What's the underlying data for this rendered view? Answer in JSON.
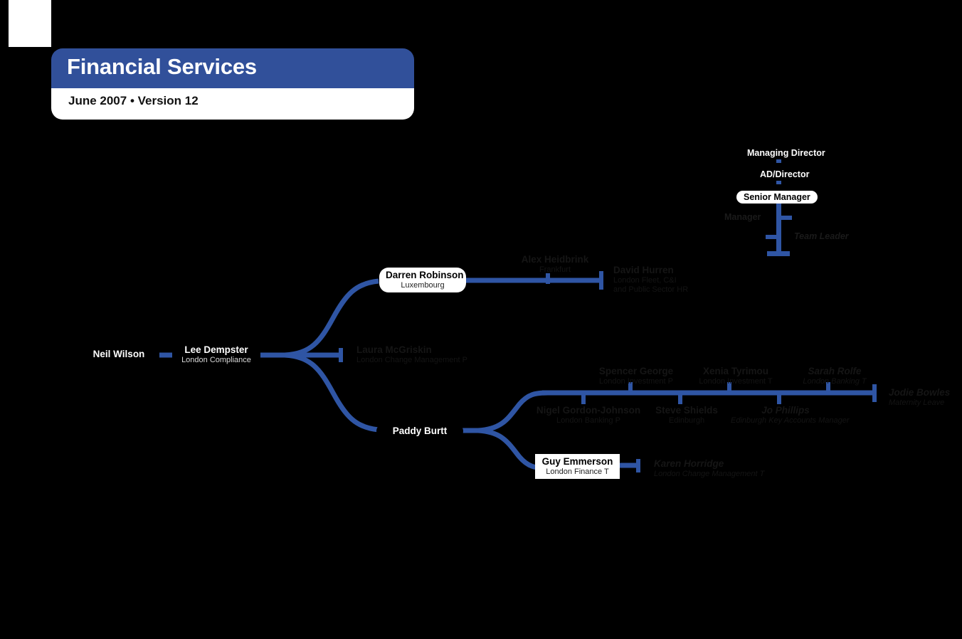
{
  "banner": {
    "title": "Financial Services",
    "subtitle": "June 2007 • Version 12"
  },
  "legend": {
    "items": [
      {
        "label": "Managing Director",
        "style": "black-square"
      },
      {
        "label": "AD/Director",
        "style": "black-round"
      },
      {
        "label": "Senior Manager",
        "style": "white-round"
      },
      {
        "label": "Manager",
        "style": "dark-plain"
      },
      {
        "label": "Team Leader",
        "style": "dark-italic"
      }
    ]
  },
  "chart_data": {
    "type": "org-chart",
    "title": "Financial Services",
    "accent_color": "#2F55A4",
    "nodes": [
      {
        "id": "neil",
        "name": "Neil Wilson",
        "role": "",
        "style": "black-square"
      },
      {
        "id": "lee",
        "name": "Lee Dempster",
        "role": "London Compliance",
        "style": "black-round"
      },
      {
        "id": "laura",
        "name": "Laura McGriskin",
        "role": "London Change Management P",
        "style": "dark-plain"
      },
      {
        "id": "darren",
        "name": "Darren Robinson",
        "role": "Luxembourg",
        "style": "white-round"
      },
      {
        "id": "alex",
        "name": "Alex Heidbrink",
        "role": "Frankfurt",
        "style": "dark-plain"
      },
      {
        "id": "david",
        "name": "David Hurren",
        "role": "London Fleet, C&I and Public Sector HR",
        "style": "dark-plain"
      },
      {
        "id": "paddy",
        "name": "Paddy Burtt",
        "role": "",
        "style": "black-round"
      },
      {
        "id": "nigel",
        "name": "Nigel Gordon-Johnson",
        "role": "London Banking P",
        "style": "dark-plain"
      },
      {
        "id": "spencer",
        "name": "Spencer George",
        "role": "London Investment P",
        "style": "dark-plain"
      },
      {
        "id": "steve",
        "name": "Steve Shields",
        "role": "Edinburgh",
        "style": "dark-plain"
      },
      {
        "id": "xenia",
        "name": "Xenia Tyrimou",
        "role": "London Investment T",
        "style": "dark-plain"
      },
      {
        "id": "jo",
        "name": "Jo Phillips",
        "role": "Edinburgh Key Accounts Manager",
        "style": "dark-italic"
      },
      {
        "id": "sarah",
        "name": "Sarah Rolfe",
        "role": "London Banking T",
        "style": "dark-italic"
      },
      {
        "id": "jodie",
        "name": "Jodie Bowles",
        "role": "Maternity Leave",
        "style": "dark-italic"
      },
      {
        "id": "guy",
        "name": "Guy Emmerson",
        "role": "London Finance T",
        "style": "white-square"
      },
      {
        "id": "karen",
        "name": "Karen Horridge",
        "role": "London Change Management T",
        "style": "dark-italic"
      }
    ],
    "edges": [
      {
        "from": "neil",
        "to": "lee"
      },
      {
        "from": "lee",
        "to": "laura"
      },
      {
        "from": "lee",
        "to": "darren"
      },
      {
        "from": "lee",
        "to": "paddy"
      },
      {
        "from": "darren",
        "to": "alex"
      },
      {
        "from": "darren",
        "to": "david"
      },
      {
        "from": "paddy",
        "to": "nigel"
      },
      {
        "from": "paddy",
        "to": "spencer"
      },
      {
        "from": "paddy",
        "to": "steve"
      },
      {
        "from": "paddy",
        "to": "xenia"
      },
      {
        "from": "paddy",
        "to": "jo"
      },
      {
        "from": "paddy",
        "to": "sarah"
      },
      {
        "from": "paddy",
        "to": "jodie"
      },
      {
        "from": "paddy",
        "to": "guy"
      },
      {
        "from": "guy",
        "to": "karen"
      }
    ]
  }
}
